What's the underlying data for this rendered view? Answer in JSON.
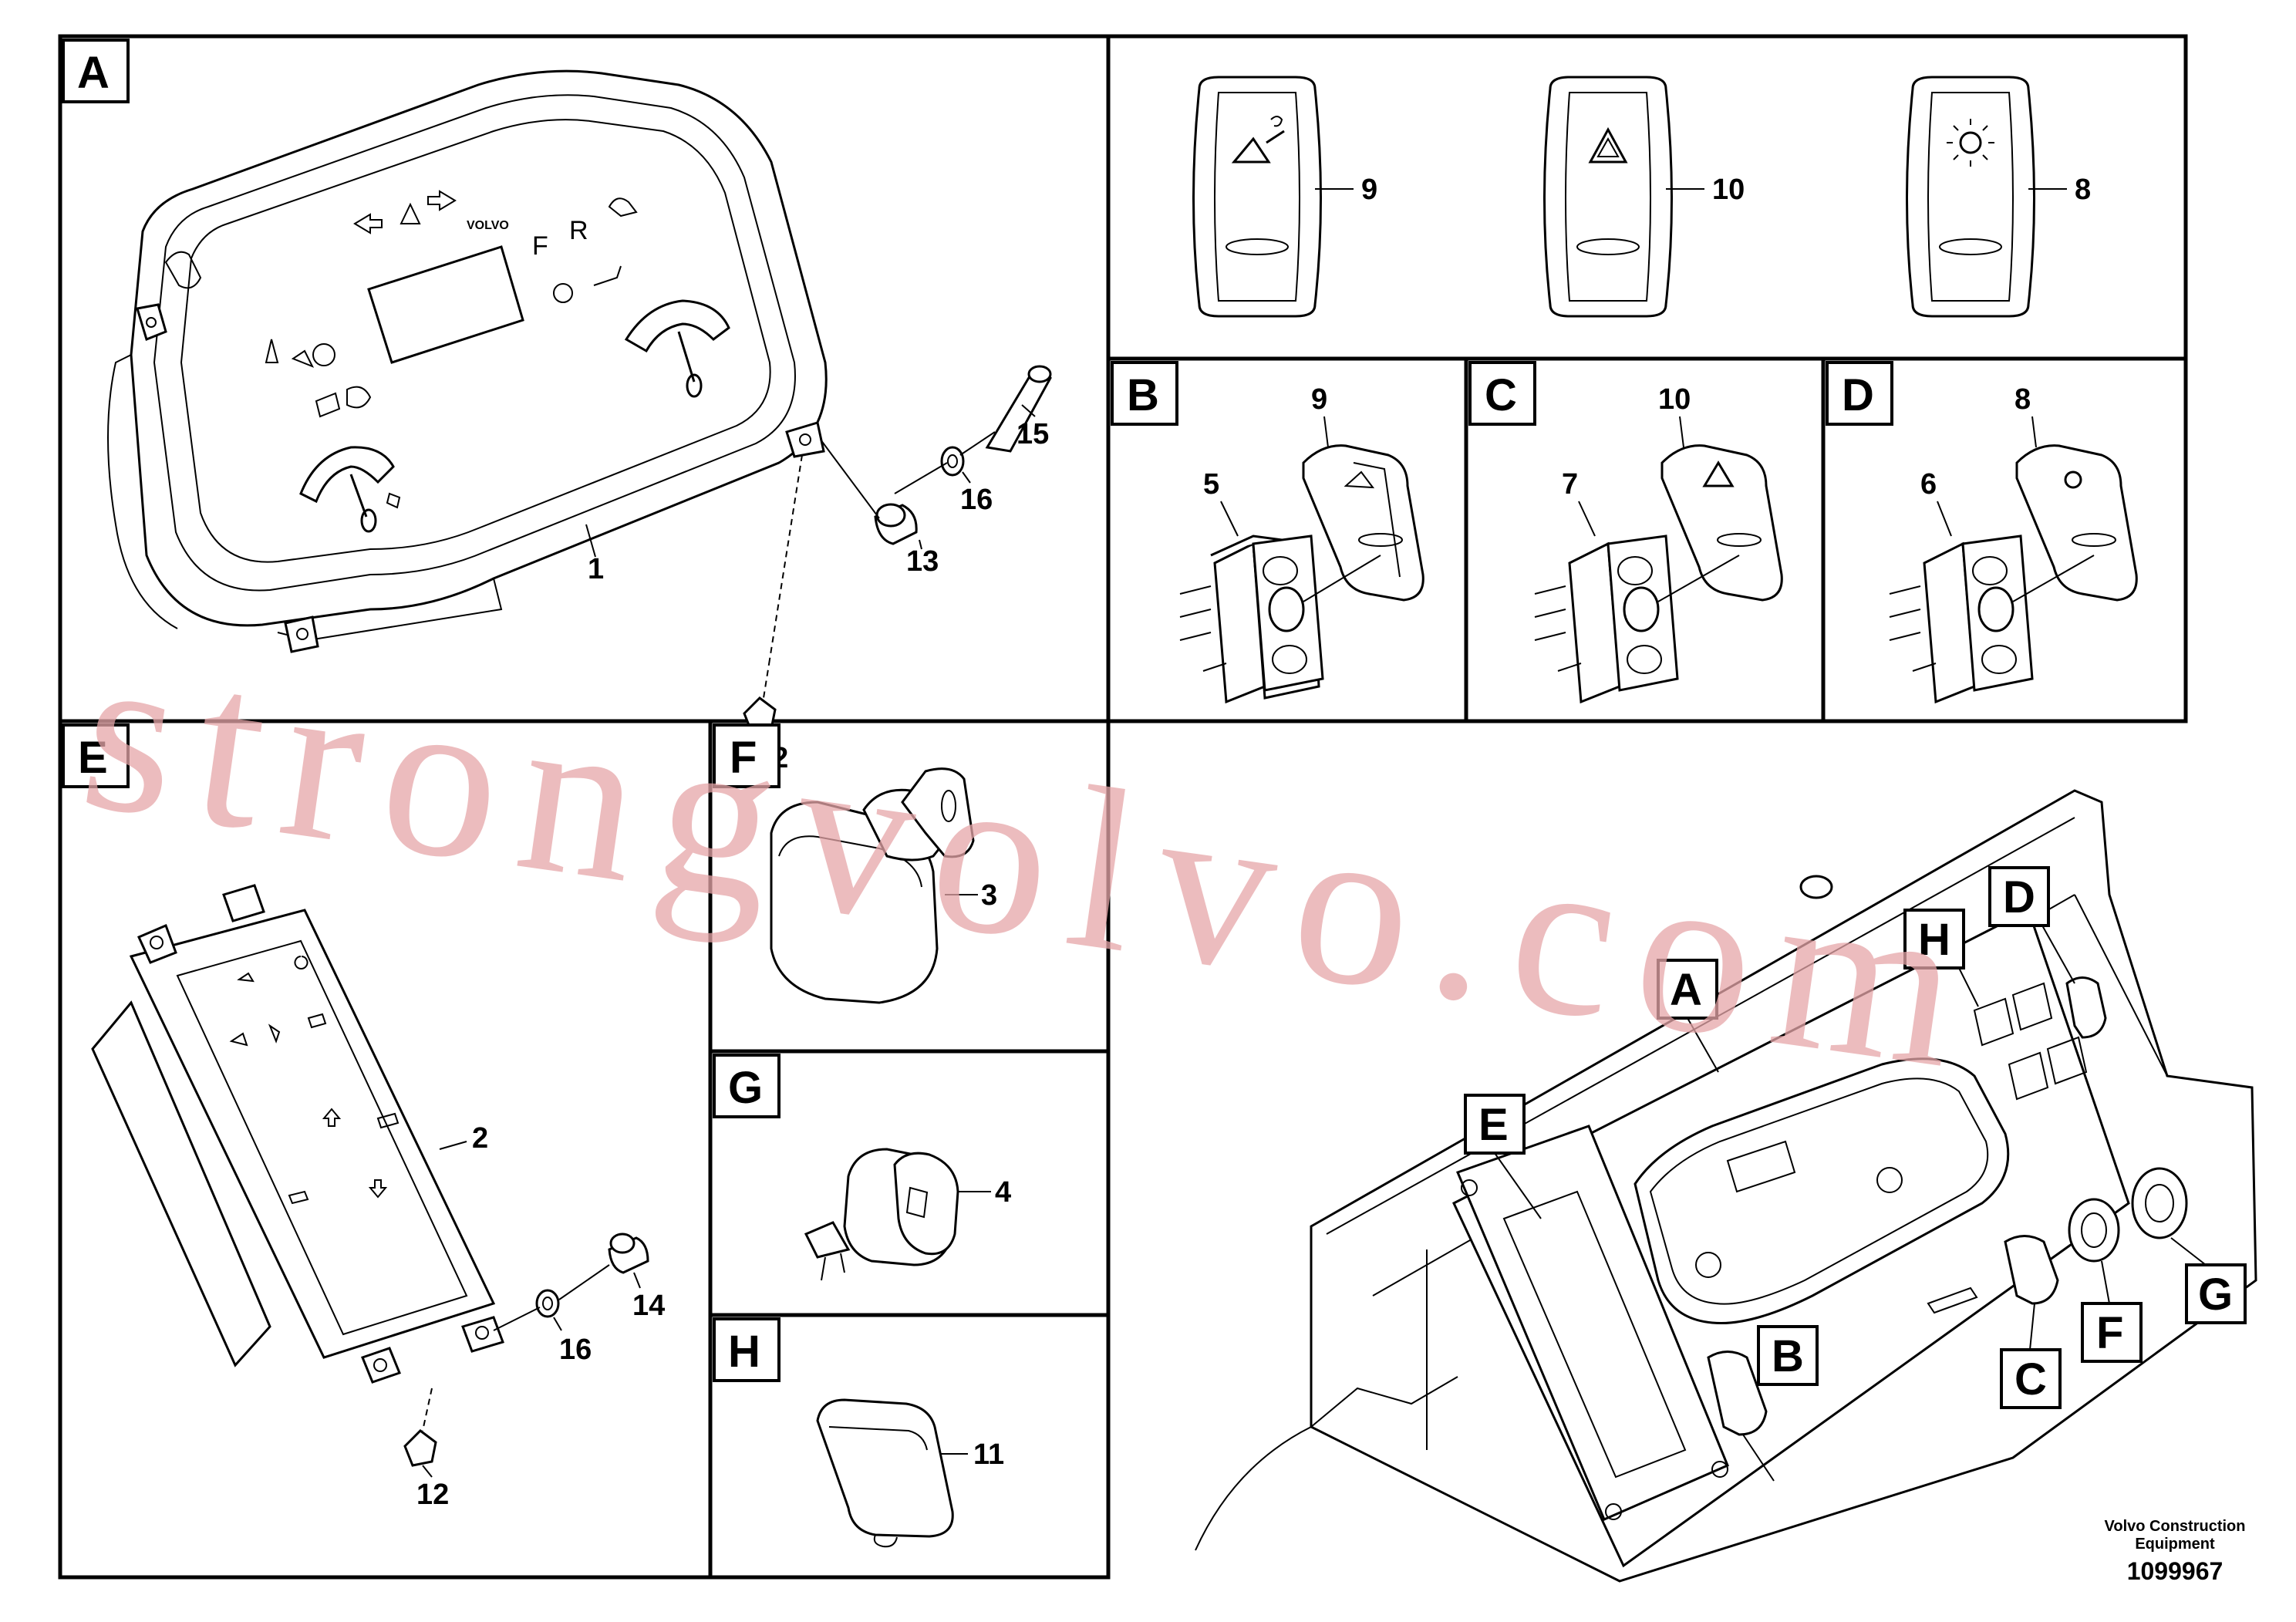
{
  "panels": {
    "A": "A",
    "B": "B",
    "C": "C",
    "D": "D",
    "E": "E",
    "F": "F",
    "G": "G",
    "H": "H"
  },
  "callouts": {
    "p1": "1",
    "p2": "2",
    "p3": "3",
    "p4": "4",
    "p5": "5",
    "p6": "6",
    "p7": "7",
    "p8": "8",
    "p9": "9",
    "p10": "10",
    "p11": "11",
    "p12": "12",
    "p13": "13",
    "p14": "14",
    "p15": "15",
    "p16": "16"
  },
  "gauge_text": {
    "forward": "F",
    "reverse": "R",
    "brand": "VOLVO"
  },
  "watermark": "strongvolvo.com",
  "footer": {
    "company_line1": "Volvo Construction",
    "company_line2": "Equipment",
    "drawing_number": "1099967"
  },
  "colors": {
    "line": "#000000",
    "watermark": "#e6a6a8",
    "background": "#ffffff"
  }
}
